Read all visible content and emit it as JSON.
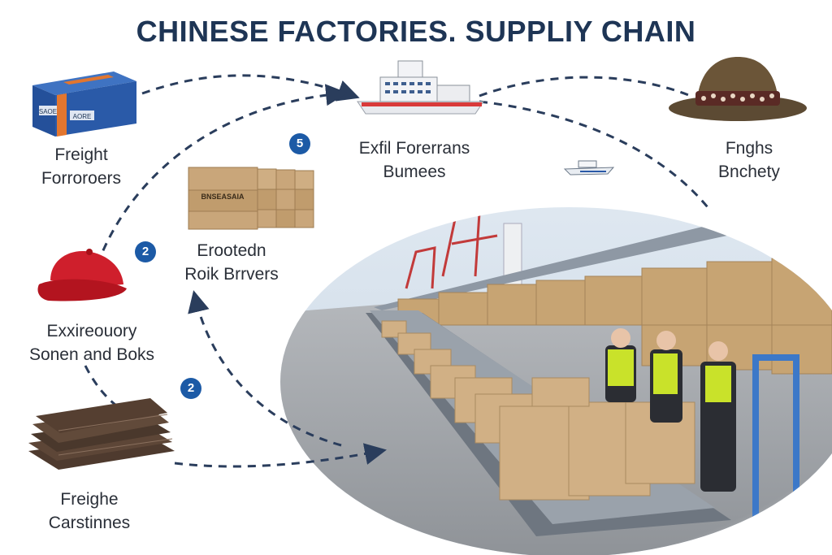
{
  "title": "CHINESE FACTORIES. SUPPLIY CHAIN",
  "nodes": [
    {
      "id": "freight-forwarders",
      "line1": "Freight",
      "line2": "Forroroers",
      "icon": "blue-box-icon",
      "box_text": [
        "SAOE",
        "AORE"
      ]
    },
    {
      "id": "exfil-forerrans",
      "line1": "Exfil Forerrans",
      "line2": "Bumees",
      "icon": "cargo-ship-icon"
    },
    {
      "id": "fnghs",
      "line1": "Fnghs",
      "line2": "Bnchety",
      "icon": "fedora-hat-icon"
    },
    {
      "id": "erootedn",
      "line1": "Erootedn",
      "line2": "Roik Brrvers",
      "icon": "cardboard-boxes-icon",
      "box_text": "BNSEASAIA"
    },
    {
      "id": "exxireouory",
      "line1": "Exxireouory",
      "line2": "Sonen and Boks",
      "icon": "red-cap-icon"
    },
    {
      "id": "freighe",
      "line1": "Freighe",
      "line2": "Carstinnes",
      "icon": "leather-sheets-icon"
    }
  ],
  "badges": [
    "5",
    "2",
    "2"
  ],
  "colors": {
    "title": "#1e3555",
    "arrow": "#2a3d5c",
    "badge": "#1c5aa6",
    "box_blue": "#2a5aa8",
    "box_stripe": "#e2762f",
    "cardboard": "#c9a67a",
    "cap_red": "#cf1f2c",
    "hat_brown": "#6b5538",
    "vest": "#c9e22a"
  }
}
